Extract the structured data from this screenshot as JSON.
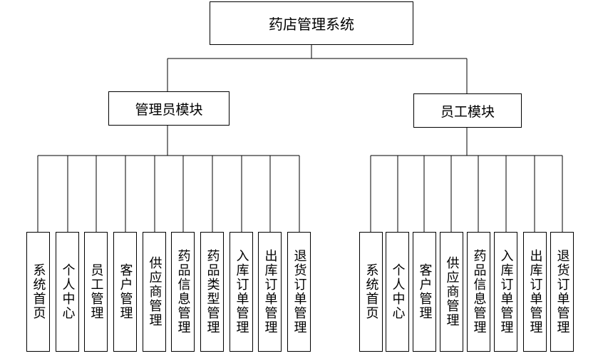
{
  "root": {
    "label": "药店管理系统"
  },
  "modules": [
    {
      "label": "管理员模块",
      "children": [
        "系统首页",
        "个人中心",
        "员工管理",
        "客户管理",
        "供应商管理",
        "药品信息管理",
        "药品类型管理",
        "入库订单管理",
        "出库订单管理",
        "退货订单管理"
      ]
    },
    {
      "label": "员工模块",
      "children": [
        "系统首页",
        "个人中心",
        "客户管理",
        "供应商管理",
        "药品信息管理",
        "入库订单管理",
        "出库订单管理",
        "退货订单管理"
      ]
    }
  ]
}
